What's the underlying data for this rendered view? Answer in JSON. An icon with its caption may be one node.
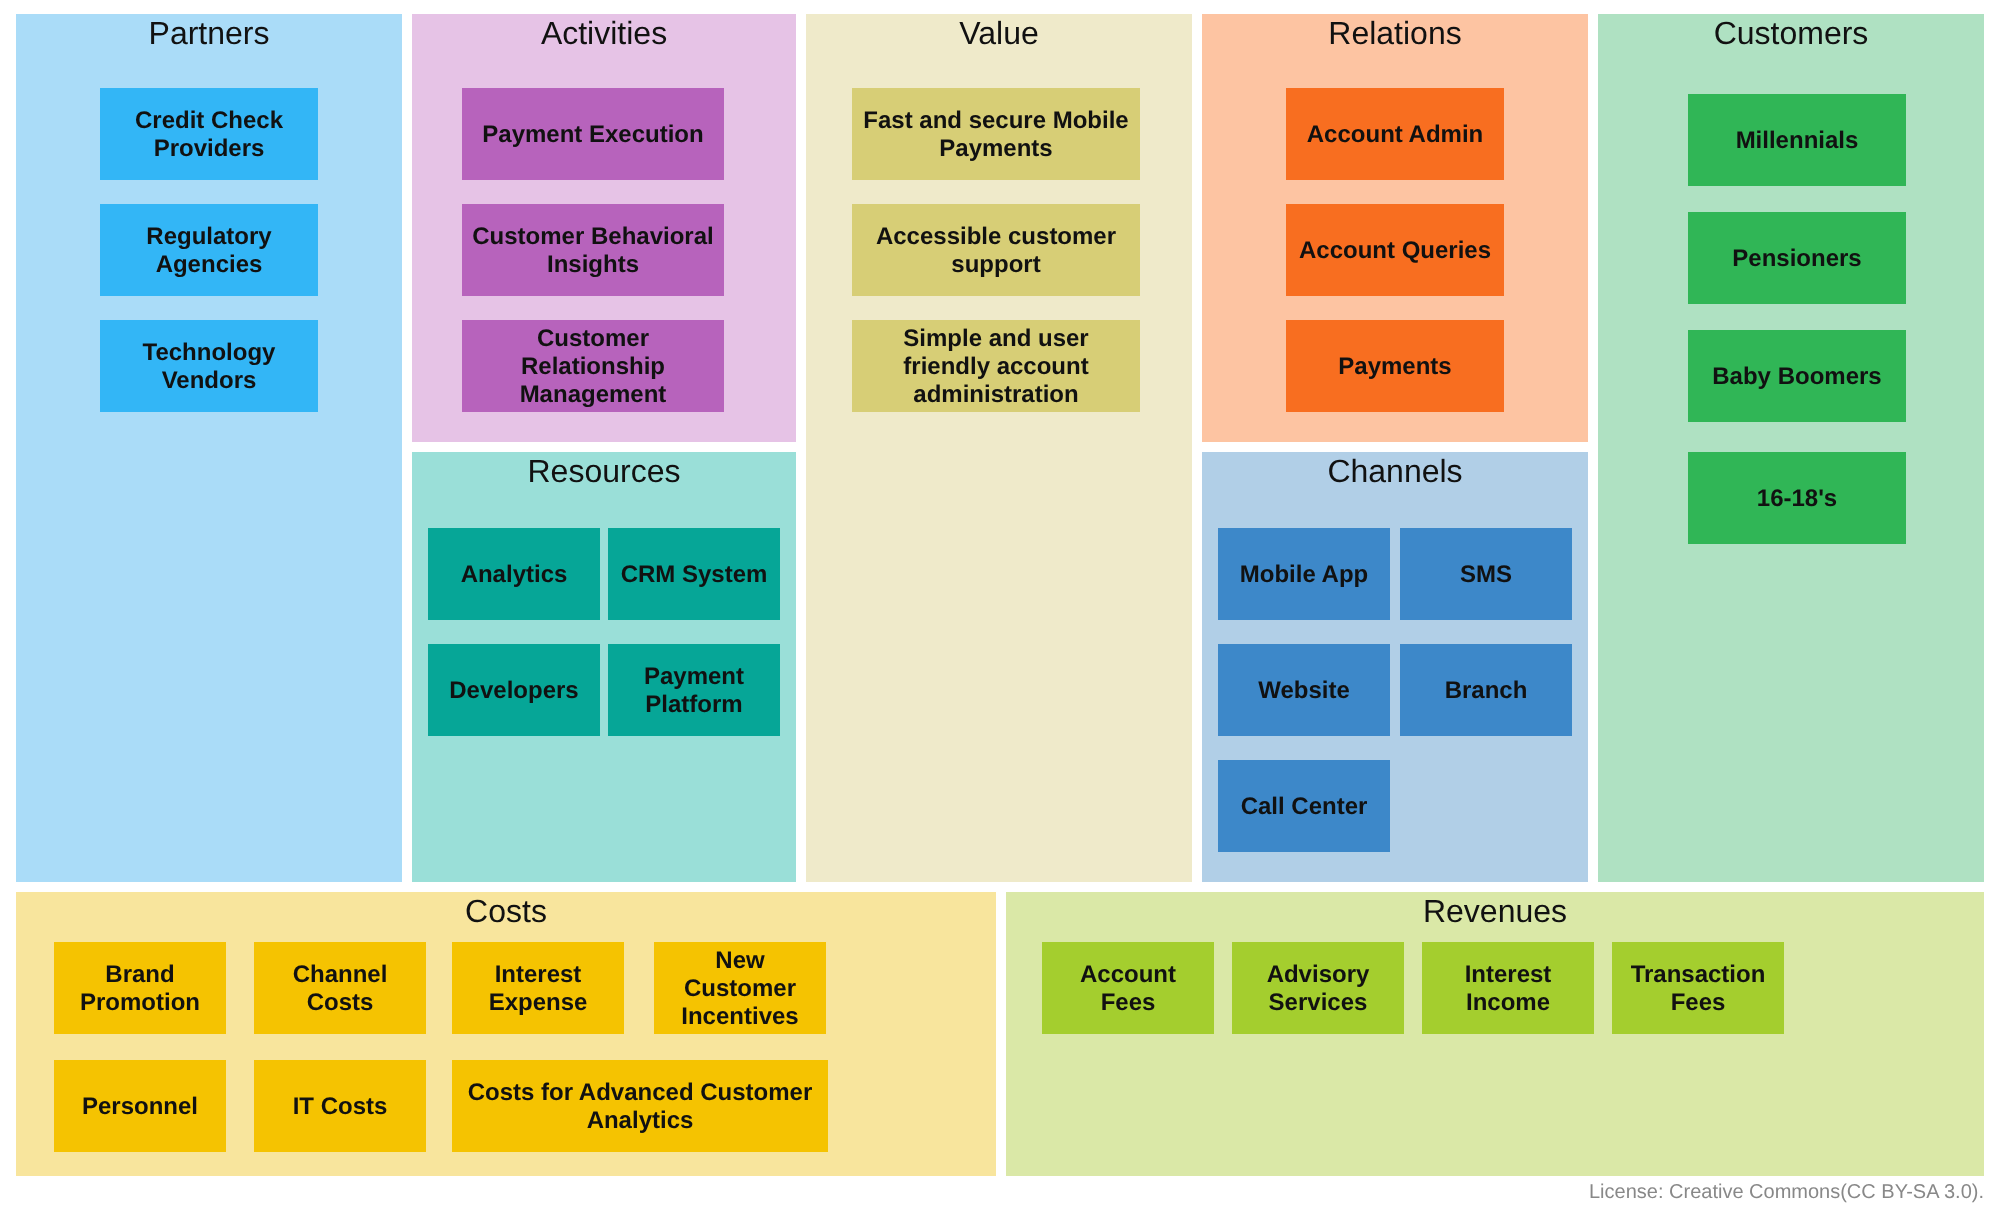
{
  "diagram": {
    "nodes": [
      {
        "text": [
          "Partners"
        ]
      },
      {
        "text": [
          "Credit Check Providers"
        ],
        "in": 0
      },
      {
        "text": [
          "Regulatory Agencies"
        ],
        "in": 0
      },
      {
        "text": [
          "Technology Vendors"
        ],
        "in": 0
      },
      {
        "text": [
          "Activities"
        ]
      },
      {
        "text": [
          "Payment Execution"
        ],
        "in": 4
      },
      {
        "text": [
          "Customer Behavioral Insights"
        ],
        "in": 4
      },
      {
        "text": [
          "Customer Relationship Management"
        ],
        "in": 4
      },
      {
        "text": [
          "Resources"
        ]
      },
      {
        "text": [
          "Analytics"
        ],
        "in": 8
      },
      {
        "text": [
          "CRM System"
        ],
        "in": 8
      },
      {
        "text": [
          "Developers"
        ],
        "in": 8
      },
      {
        "text": [
          "Payment Platform"
        ],
        "in": 8
      },
      {
        "text": [
          "Value"
        ]
      },
      {
        "text": [
          "Fast and secure Mobile Payments"
        ],
        "in": 13
      },
      {
        "text": [
          "Accessible customer support"
        ],
        "in": 13
      },
      {
        "text": [
          "Simple and user friendly account administration"
        ],
        "in": 13
      },
      {
        "text": [
          "Relations"
        ]
      },
      {
        "text": [
          "Account Admin"
        ],
        "in": 17
      },
      {
        "text": [
          "Account Queries"
        ],
        "in": 17
      },
      {
        "text": [
          "Payments"
        ],
        "in": 17
      },
      {
        "text": [
          "Channels"
        ]
      },
      {
        "text": [
          "Mobile App"
        ],
        "in": 21
      },
      {
        "text": [
          "SMS"
        ],
        "in": 21
      },
      {
        "text": [
          "Website"
        ],
        "in": 21
      },
      {
        "text": [
          "Branch"
        ],
        "in": 21
      },
      {
        "text": [
          "Call Center"
        ],
        "in": 21
      },
      {
        "text": [
          "Customers"
        ]
      },
      {
        "text": [
          "Millennials"
        ],
        "in": 27
      },
      {
        "text": [
          "Pensioners"
        ],
        "in": 27
      },
      {
        "text": [
          "Baby Boomers"
        ],
        "in": 27
      },
      {
        "text": [
          "16-18's"
        ],
        "in": 27
      },
      {
        "text": [
          "Costs"
        ]
      },
      {
        "text": [
          "Brand Promotion"
        ],
        "in": 32
      },
      {
        "text": [
          "Channel Costs"
        ],
        "in": 32
      },
      {
        "text": [
          "Interest Expense"
        ],
        "in": 32
      },
      {
        "text": [
          "New Customer Incentives"
        ],
        "in": 32
      },
      {
        "text": [
          "Personnel"
        ],
        "in": 32
      },
      {
        "text": [
          "IT Costs"
        ],
        "in": 32
      },
      {
        "text": [
          "Costs for Advanced Customer Analytics"
        ],
        "in": 32
      },
      {
        "text": [
          "Revenues"
        ]
      },
      {
        "text": [
          "Account Fees"
        ],
        "in": 40
      },
      {
        "text": [
          "Advisory Services"
        ],
        "in": 40
      },
      {
        "text": [
          "Interest Income"
        ],
        "in": 40
      },
      {
        "text": [
          "Transaction Fees"
        ],
        "in": 40
      }
    ],
    "labels": [
      "License: Creative Commons(CC BY-SA 3.0)."
    ]
  }
}
